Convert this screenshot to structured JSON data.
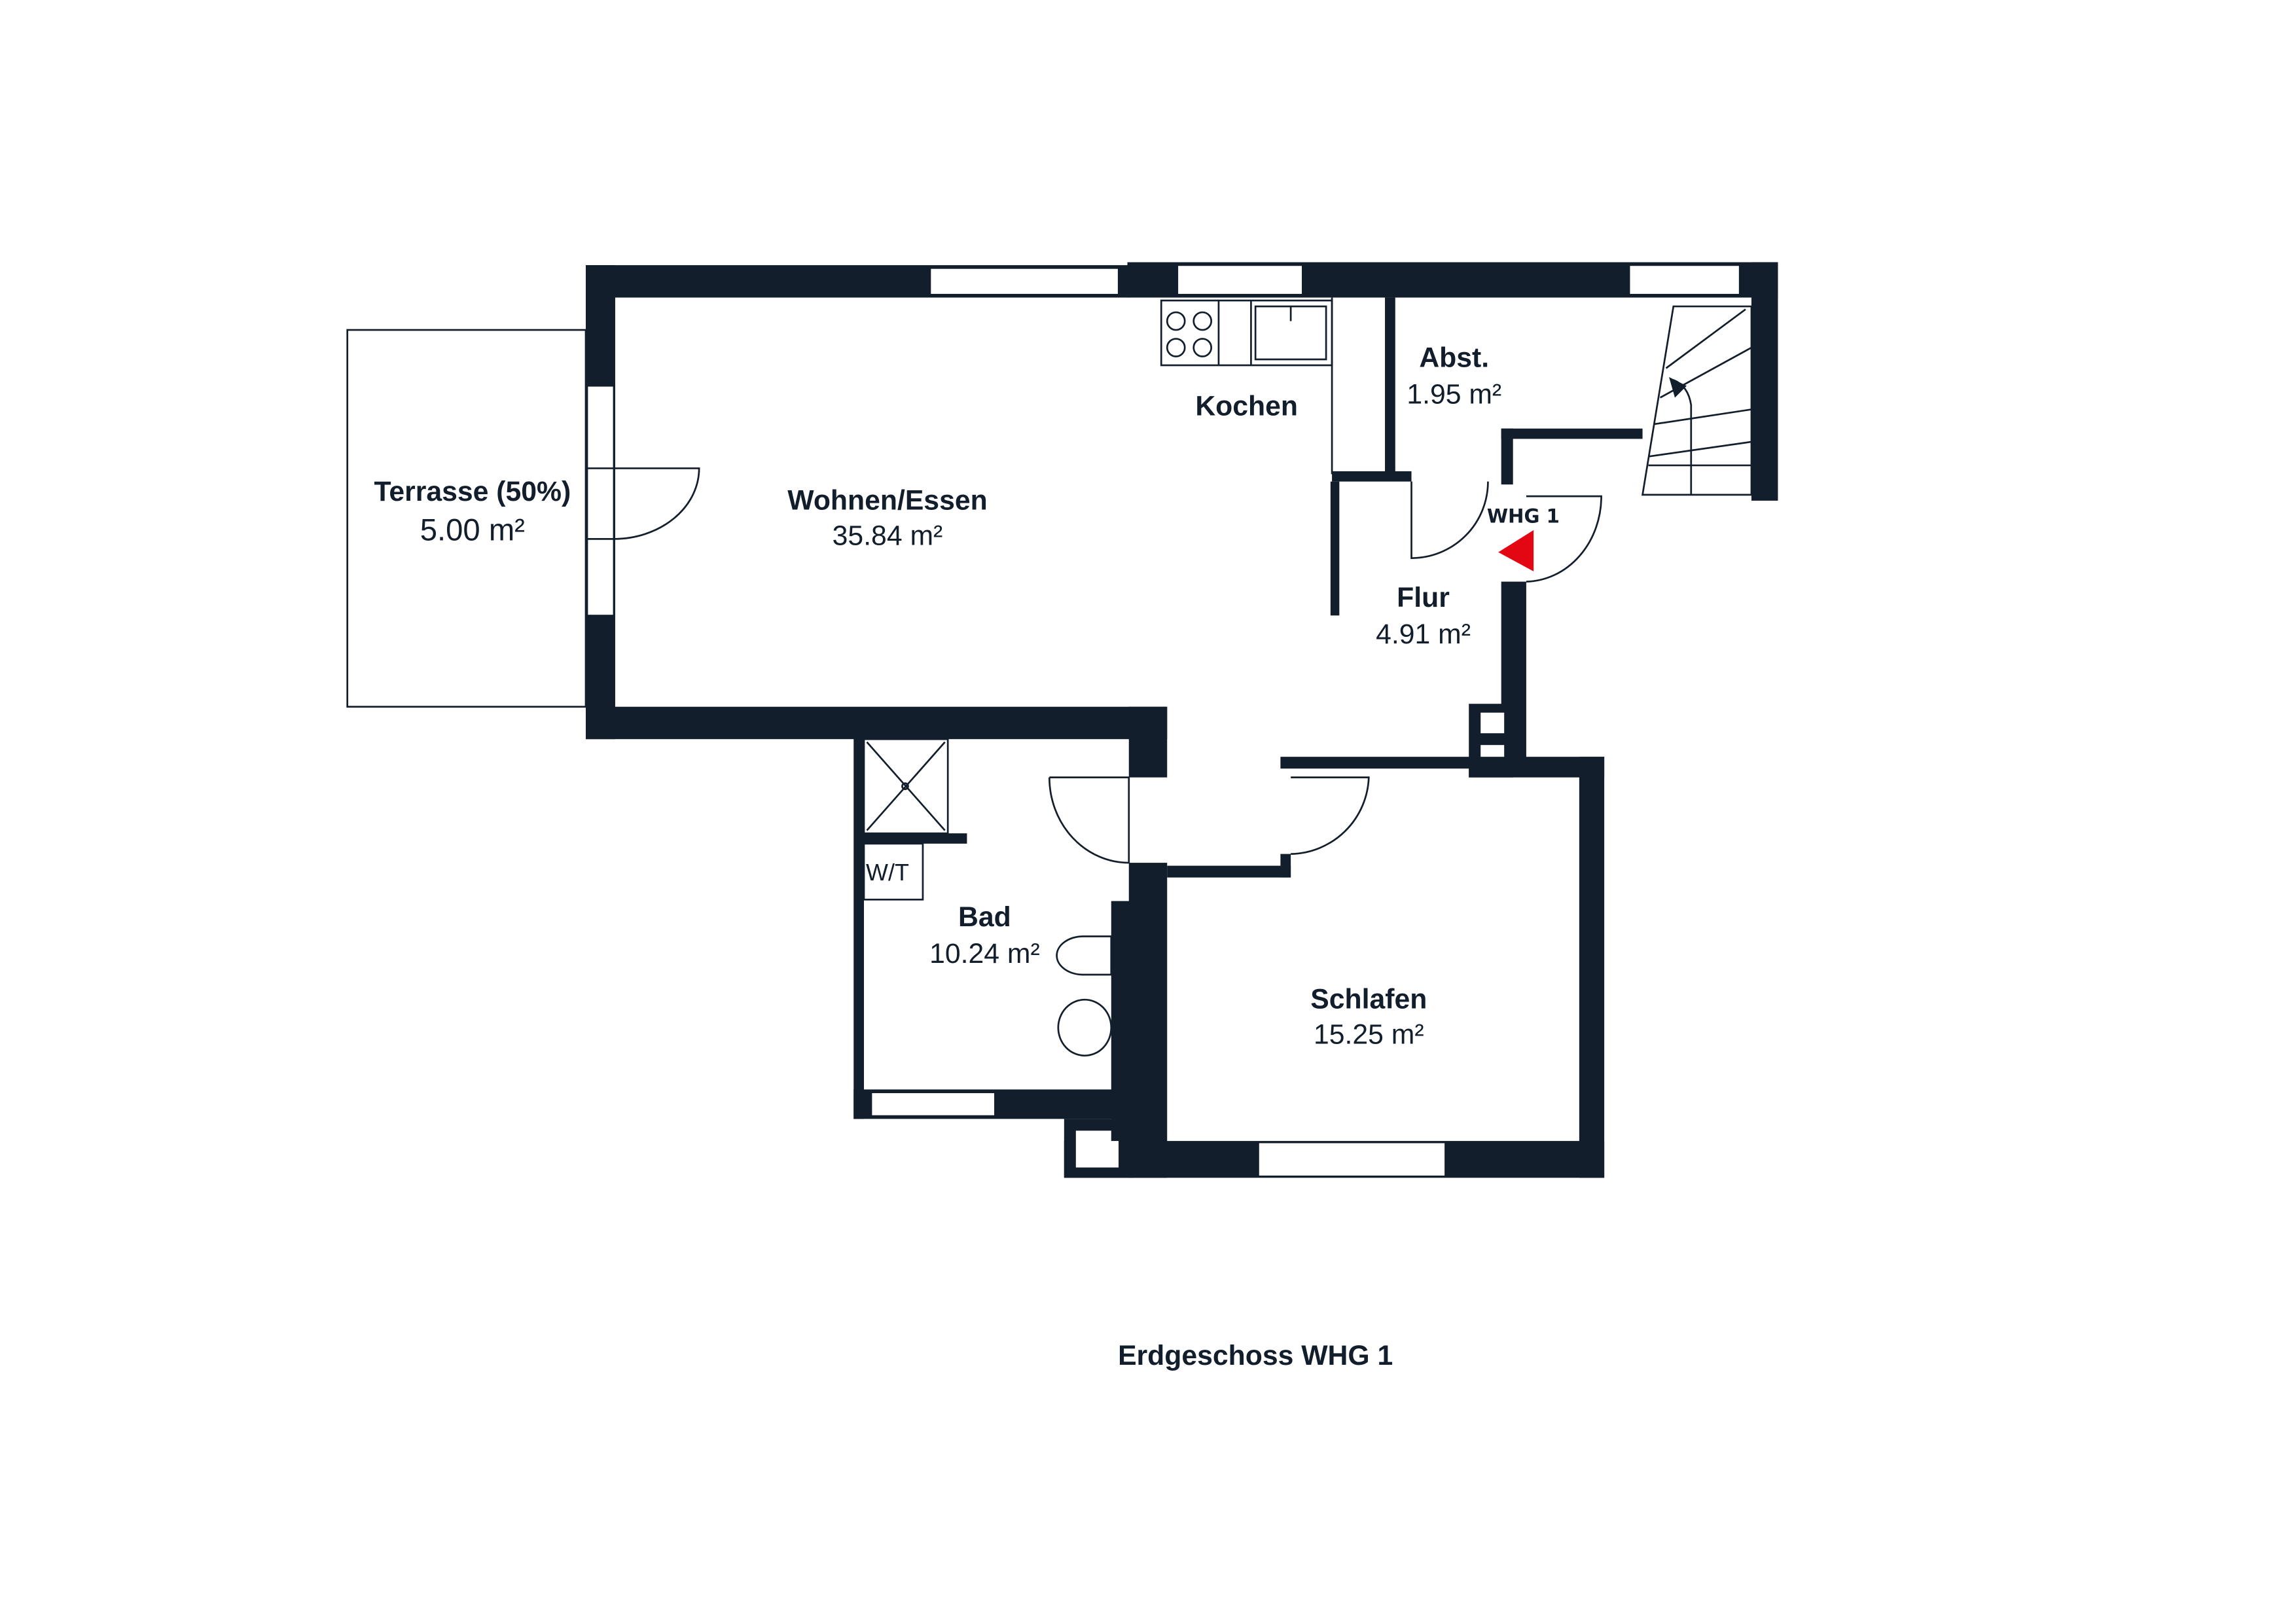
{
  "plan_title": "Erdgeschoss WHG 1",
  "entrance_label": "WHG 1",
  "fixture_label": "W/T",
  "colors": {
    "wall": "#121e2b",
    "entrance_marker": "#e30613"
  },
  "rooms": [
    {
      "name": "Terrasse (50%)",
      "area": "5.00 m²"
    },
    {
      "name": "Wohnen/Essen",
      "area": "35.84 m²"
    },
    {
      "name": "Kochen"
    },
    {
      "name": "Abst.",
      "area": "1.95 m²"
    },
    {
      "name": "Flur",
      "area": "4.91 m²"
    },
    {
      "name": "Bad",
      "area": "10.24 m²"
    },
    {
      "name": "Schlafen",
      "area": "15.25 m²"
    }
  ]
}
